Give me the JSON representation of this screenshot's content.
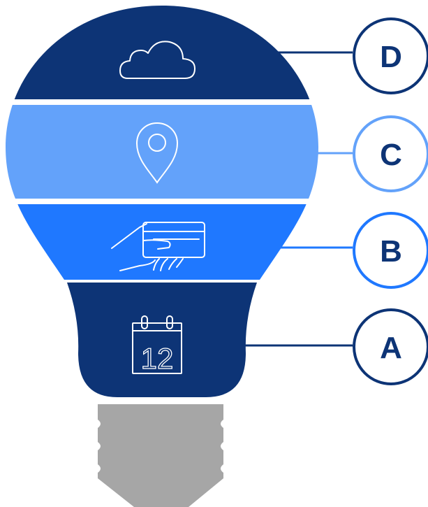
{
  "colors": {
    "dark_navy": "#0d3476",
    "light_blue": "#63a2fa",
    "mid_blue": "#1f78ff",
    "gray_base": "#a6a6a6",
    "white": "#ffffff"
  },
  "layers": [
    {
      "letter": "D",
      "icon": "cloud-icon",
      "color": "#0d3476"
    },
    {
      "letter": "C",
      "icon": "map-pin-icon",
      "color": "#63a2fa"
    },
    {
      "letter": "B",
      "icon": "hand-card-icon",
      "color": "#1f78ff"
    },
    {
      "letter": "A",
      "icon": "calendar-icon",
      "color": "#0d3476"
    }
  ],
  "calendar": {
    "day": "12"
  }
}
